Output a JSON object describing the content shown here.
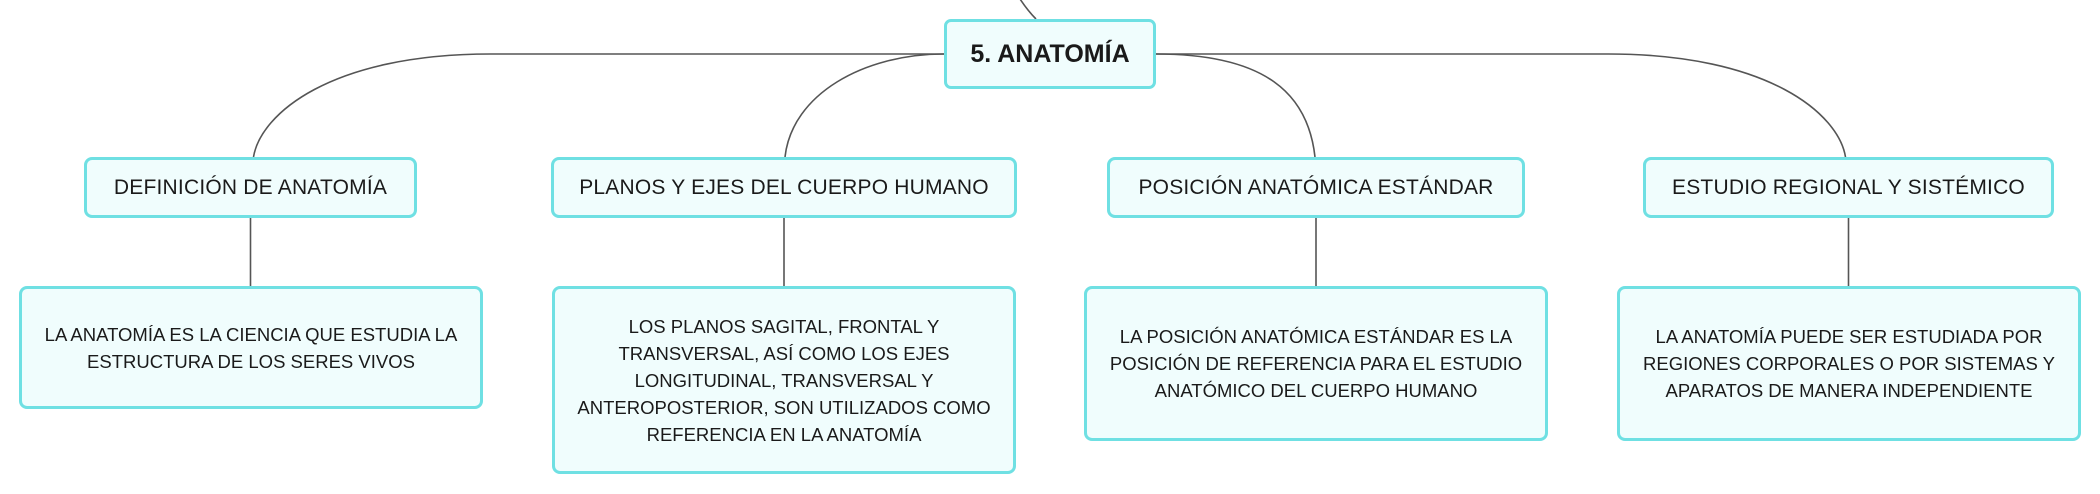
{
  "colors": {
    "node_border": "#6fe0e3",
    "node_fill": "#f0fdfd",
    "connector": "#555555",
    "text": "#1a1a1a"
  },
  "root": {
    "label": "5. ANATOMÍA"
  },
  "branches": [
    {
      "topic": "DEFINICIÓN DE ANATOMÍA",
      "detail": "LA ANATOMÍA ES LA CIENCIA QUE ESTUDIA LA ESTRUCTURA DE LOS SERES VIVOS"
    },
    {
      "topic": "PLANOS Y EJES DEL CUERPO HUMANO",
      "detail": "LOS PLANOS SAGITAL, FRONTAL Y TRANSVERSAL, ASÍ COMO LOS EJES LONGITUDINAL, TRANSVERSAL Y ANTEROPOSTERIOR, SON UTILIZADOS COMO REFERENCIA EN LA ANATOMÍA"
    },
    {
      "topic": "POSICIÓN ANATÓMICA ESTÁNDAR",
      "detail": "LA POSICIÓN ANATÓMICA ESTÁNDAR ES LA POSICIÓN DE REFERENCIA PARA EL ESTUDIO ANATÓMICO DEL CUERPO HUMANO"
    },
    {
      "topic": "ESTUDIO REGIONAL Y SISTÉMICO",
      "detail": "LA ANATOMÍA PUEDE SER ESTUDIADA POR REGIONES CORPORALES O POR SISTEMAS Y APARATOS DE MANERA INDEPENDIENTE"
    }
  ]
}
